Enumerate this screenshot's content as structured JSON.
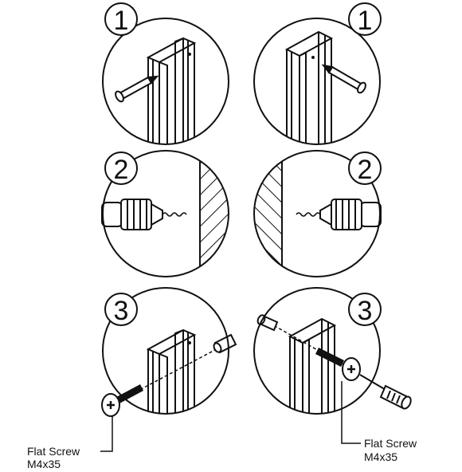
{
  "steps": [
    {
      "number": "1"
    },
    {
      "number": "1"
    },
    {
      "number": "2"
    },
    {
      "number": "2"
    },
    {
      "number": "3"
    },
    {
      "number": "3"
    }
  ],
  "callouts": [
    {
      "line1": "Flat Screw",
      "line2": "M4x35"
    },
    {
      "line1": "Flat Screw",
      "line2": "M4x35"
    }
  ],
  "icons": [
    "pencil-icon",
    "drill-icon",
    "wall-plug-icon",
    "screw-icon",
    "screwdriver-icon"
  ],
  "colors": {
    "line": "#111111",
    "background": "#ffffff",
    "wall_hatch": "#111111"
  }
}
